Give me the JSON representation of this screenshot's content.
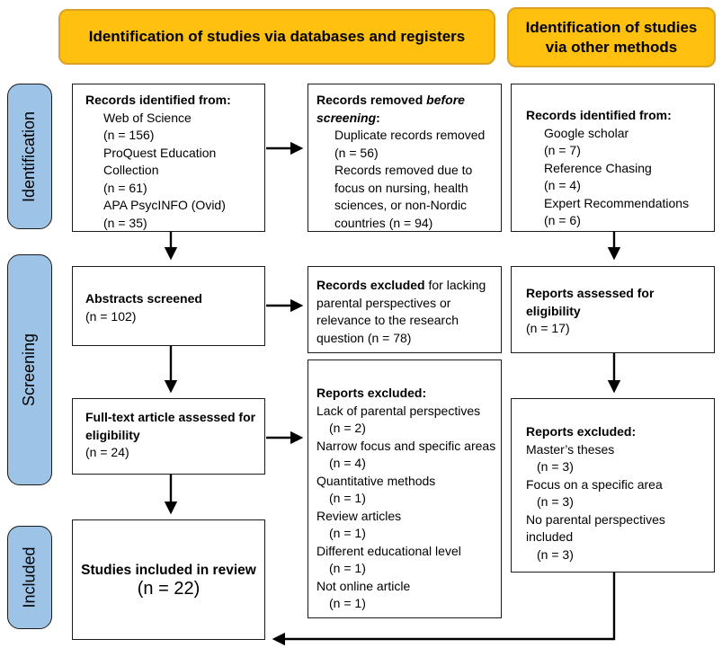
{
  "headers": {
    "databases": "Identification of studies via databases and registers",
    "other": "Identification of studies via other methods"
  },
  "stages": {
    "identification": "Identification",
    "screening": "Screening",
    "included": "Included"
  },
  "colors": {
    "header_fill": "#FFC010",
    "header_border": "#D9A226",
    "stage_fill": "#9DC3E6",
    "box_border": "#1a1a1a",
    "arrow": "#000000"
  },
  "boxes": {
    "db_identified": {
      "title": "Records identified from:",
      "lines": [
        {
          "t": "Web of Science",
          "i": 1
        },
        {
          "t": "(n = 156)",
          "i": 1
        },
        {
          "t": "ProQuest Education",
          "i": 1
        },
        {
          "t": "Collection",
          "i": 1
        },
        {
          "t": "(n = 61)",
          "i": 1
        },
        {
          "t": "APA PsycINFO (Ovid)",
          "i": 1
        },
        {
          "t": "(n = 35)",
          "i": 1
        }
      ]
    },
    "removed_before_screening": {
      "title_prefix": "Records removed ",
      "title_italic": "before screening",
      "title_suffix": ":",
      "lines": [
        {
          "t": "Duplicate records removed",
          "i": 1
        },
        {
          "t": "(n = 56)",
          "i": 1
        },
        {
          "t": "Records removed due to",
          "i": 1
        },
        {
          "t": "focus on nursing, health",
          "i": 1
        },
        {
          "t": "sciences, or non-Nordic",
          "i": 1
        },
        {
          "t": "countries (n = 94)",
          "i": 1
        }
      ]
    },
    "other_identified": {
      "title": "Records identified from:",
      "lines": [
        {
          "t": "Google scholar",
          "i": 1
        },
        {
          "t": "(n = 7)",
          "i": 1
        },
        {
          "t": "Reference Chasing",
          "i": 1
        },
        {
          "t": "(n = 4)",
          "i": 1
        },
        {
          "t": "Expert Recommendations",
          "i": 1
        },
        {
          "t": "(n = 6)",
          "i": 1
        }
      ]
    },
    "abstracts_screened": {
      "title": "Abstracts screened",
      "n": "(n = 102)"
    },
    "records_excluded": {
      "bold": "Records excluded",
      "rest": " for lacking parental perspectives or relevance to the research question (n = 78)"
    },
    "reports_assessed": {
      "title": "Reports assessed for eligibility",
      "n": "(n = 17)"
    },
    "fulltext_assessed": {
      "title": "Full-text article assessed for eligibility",
      "n": "(n = 24)"
    },
    "reports_excluded_db": {
      "title": "Reports excluded:",
      "lines": [
        {
          "t": "Lack of parental perspectives",
          "i": 0
        },
        {
          "t": "(n = 2)",
          "i": 1
        },
        {
          "t": "Narrow focus and specific areas",
          "i": 0
        },
        {
          "t": "(n = 4)",
          "i": 1
        },
        {
          "t": "Quantitative methods",
          "i": 0
        },
        {
          "t": "(n = 1)",
          "i": 1
        },
        {
          "t": "Review articles",
          "i": 0
        },
        {
          "t": "(n = 1)",
          "i": 1
        },
        {
          "t": "Different educational level",
          "i": 0
        },
        {
          "t": "(n = 1)",
          "i": 1
        },
        {
          "t": "Not online article",
          "i": 0
        },
        {
          "t": "(n = 1)",
          "i": 1
        }
      ]
    },
    "reports_excluded_other": {
      "title": "Reports excluded:",
      "lines": [
        {
          "t": "Master’s theses",
          "i": 0
        },
        {
          "t": "(n = 3)",
          "i": 1
        },
        {
          "t": "Focus on a specific area",
          "i": 0
        },
        {
          "t": "(n = 3)",
          "i": 1
        },
        {
          "t": "No parental perspectives",
          "i": 0
        },
        {
          "t": "included",
          "i": 0
        },
        {
          "t": "(n = 3)",
          "i": 1
        }
      ]
    },
    "included_review": {
      "title": "Studies included in review",
      "n": "(n = 22)"
    }
  }
}
